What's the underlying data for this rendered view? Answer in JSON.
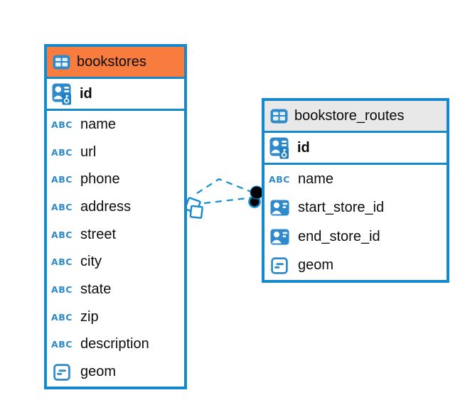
{
  "diagram": {
    "background": "#ffffff",
    "accent_blue": "#1589CB",
    "icon_blue": "#2E8ACB",
    "line_blue": "#1E8FD4"
  },
  "tables": [
    {
      "name": "bookstores",
      "header_bg": "#F87C3D",
      "primary_key": {
        "name": "id"
      },
      "columns": [
        {
          "name": "name",
          "type_icon": "text"
        },
        {
          "name": "url",
          "type_icon": "text"
        },
        {
          "name": "phone",
          "type_icon": "text"
        },
        {
          "name": "address",
          "type_icon": "text"
        },
        {
          "name": "street",
          "type_icon": "text"
        },
        {
          "name": "city",
          "type_icon": "text"
        },
        {
          "name": "state",
          "type_icon": "text"
        },
        {
          "name": "zip",
          "type_icon": "text"
        },
        {
          "name": "description",
          "type_icon": "text"
        },
        {
          "name": "geom",
          "type_icon": "geometry"
        }
      ]
    },
    {
      "name": "bookstore_routes",
      "header_bg": "#E9E8E8",
      "primary_key": {
        "name": "id"
      },
      "columns": [
        {
          "name": "name",
          "type_icon": "text"
        },
        {
          "name": "start_store_id",
          "type_icon": "foreign-key"
        },
        {
          "name": "end_store_id",
          "type_icon": "foreign-key"
        },
        {
          "name": "geom",
          "type_icon": "geometry"
        }
      ]
    }
  ],
  "relationships": {
    "from_table": "bookstores",
    "to_table": "bookstore_routes",
    "line_style": "dashed",
    "count": 2
  }
}
